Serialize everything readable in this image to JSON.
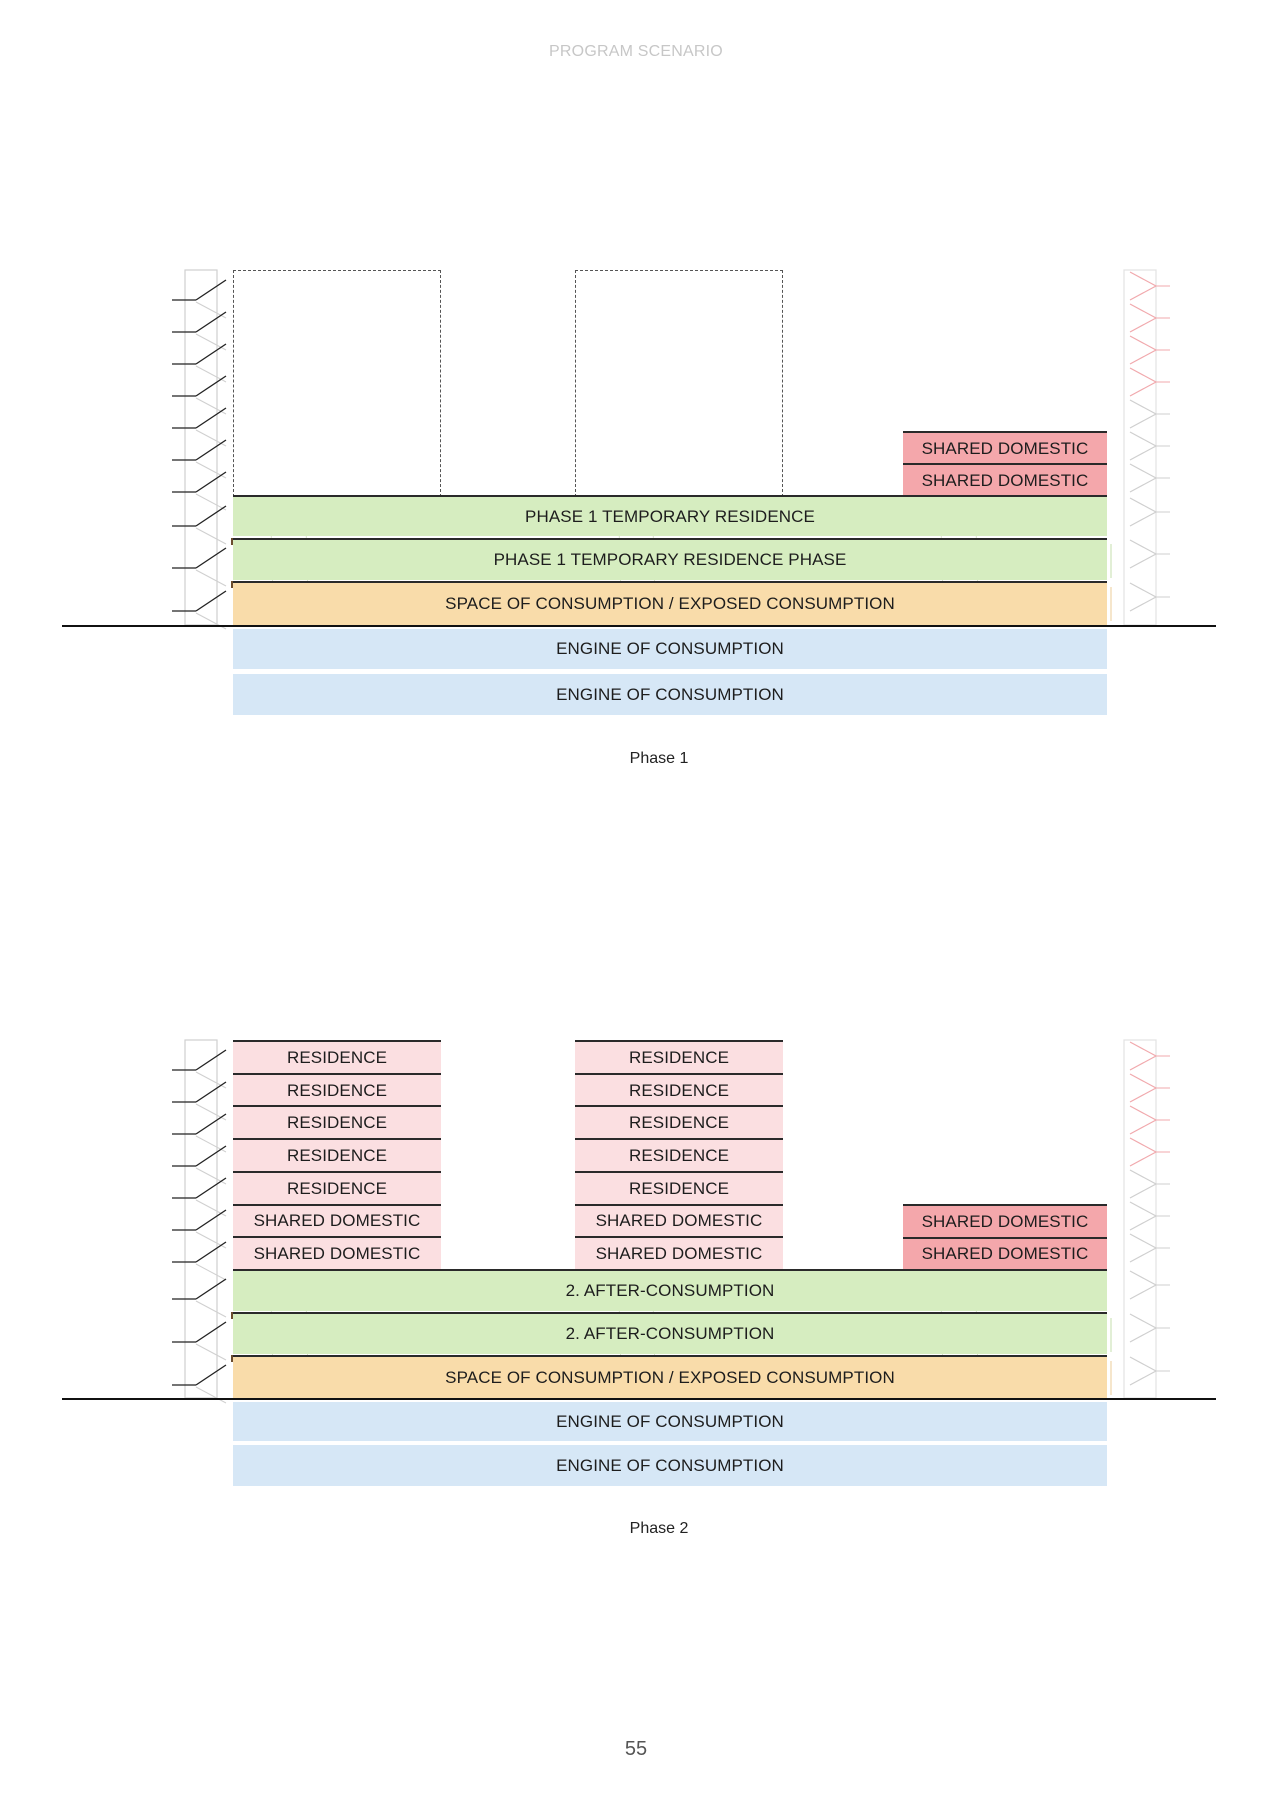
{
  "page": {
    "header": "PROGRAM SCENARIO",
    "page_number": "55"
  },
  "phase1": {
    "caption": "Phase 1",
    "shared_1": "SHARED DOMESTIC",
    "shared_2": "SHARED DOMESTIC",
    "residence_temp": "PHASE 1 TEMPORARY RESIDENCE",
    "residence_temp_phase": "PHASE 1 TEMPORARY RESIDENCE PHASE",
    "consumption": "SPACE OF CONSUMPTION / EXPOSED CONSUMPTION",
    "engine_1": "ENGINE OF CONSUMPTION",
    "engine_2": "ENGINE OF CONSUMPTION"
  },
  "phase2": {
    "caption": "Phase 2",
    "left_tower": [
      "RESIDENCE",
      "RESIDENCE",
      "RESIDENCE",
      "RESIDENCE",
      "RESIDENCE",
      "SHARED DOMESTIC",
      "SHARED DOMESTIC"
    ],
    "mid_tower": [
      "RESIDENCE",
      "RESIDENCE",
      "RESIDENCE",
      "RESIDENCE",
      "RESIDENCE",
      "SHARED DOMESTIC",
      "SHARED DOMESTIC"
    ],
    "right_tower": [
      "SHARED DOMESTIC",
      "SHARED DOMESTIC"
    ],
    "after_1": "2. AFTER-CONSUMPTION",
    "after_2": "2. AFTER-CONSUMPTION",
    "consumption": "SPACE OF CONSUMPTION / EXPOSED CONSUMPTION",
    "engine_1": "ENGINE OF CONSUMPTION",
    "engine_2": "ENGINE OF CONSUMPTION"
  },
  "colors": {
    "residence": "#fbdfe1",
    "shared_domestic_red": "#f4a7ab",
    "after_consumption": "#d6edc0",
    "space_of_consumption": "#f9dcaa",
    "engine_of_consumption": "#d6e7f6"
  }
}
